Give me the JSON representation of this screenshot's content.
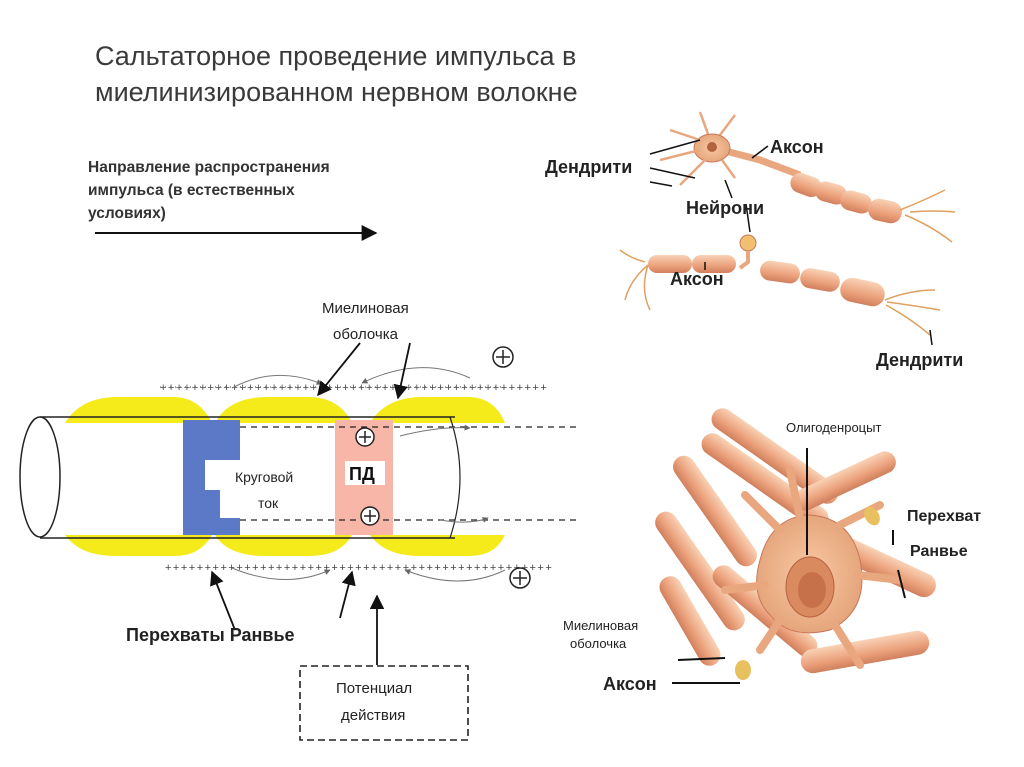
{
  "title": {
    "line1": "Сальтаторное проведение импульса в",
    "line2": "миелинизированном нервном волокне"
  },
  "direction": {
    "line1": "Направление распространения",
    "line2": "импульса (в естественных",
    "line3": "условиях)"
  },
  "fiber": {
    "myelin_line1": "Миелиновая",
    "myelin_line2": "оболочка",
    "circular_line1": "Круговой",
    "circular_line2": "ток",
    "pd": "ПД",
    "ranvier_nodes": "Перехваты Ранвье",
    "ap_line1": "Потенциал",
    "ap_line2": "действия",
    "plus": "+",
    "minus": "−"
  },
  "neurons": {
    "dendrites_top": "Дендрити",
    "axon_top": "Аксон",
    "neurons": "Нейрони",
    "axon_bottom": "Аксон",
    "dendrites_bottom": "Дендрити"
  },
  "oligo": {
    "oligodendrocyte": "Олигоденроцыт",
    "ranvier_line1": "Перехват",
    "ranvier_line2": "Ранвье",
    "myelin_line1": "Миелиновая",
    "myelin_line2": "оболочка",
    "axon": "Аксон"
  },
  "colors": {
    "myelin": "#f5ea1a",
    "depolarized": "#f7b6a8",
    "current_region": "#5b79c6",
    "neuron_body": "#f0b48e",
    "neuron_dark": "#c9775a"
  }
}
